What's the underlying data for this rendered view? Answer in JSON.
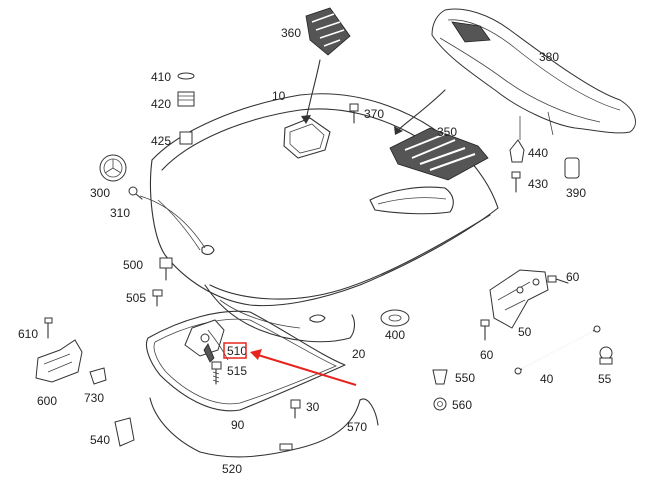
{
  "figure": {
    "callouts": [
      {
        "id": "c10",
        "text": "10"
      },
      {
        "id": "c20",
        "text": "20"
      },
      {
        "id": "c30",
        "text": "30"
      },
      {
        "id": "c40",
        "text": "40"
      },
      {
        "id": "c50",
        "text": "50"
      },
      {
        "id": "c55",
        "text": "55"
      },
      {
        "id": "c60a",
        "text": "60"
      },
      {
        "id": "c60b",
        "text": "60"
      },
      {
        "id": "c90",
        "text": "90"
      },
      {
        "id": "c300",
        "text": "300"
      },
      {
        "id": "c310",
        "text": "310"
      },
      {
        "id": "c350",
        "text": "350"
      },
      {
        "id": "c360",
        "text": "360"
      },
      {
        "id": "c370",
        "text": "370"
      },
      {
        "id": "c380",
        "text": "380"
      },
      {
        "id": "c390",
        "text": "390"
      },
      {
        "id": "c400",
        "text": "400"
      },
      {
        "id": "c410",
        "text": "410"
      },
      {
        "id": "c420",
        "text": "420"
      },
      {
        "id": "c425",
        "text": "425"
      },
      {
        "id": "c430",
        "text": "430"
      },
      {
        "id": "c440",
        "text": "440"
      },
      {
        "id": "c500",
        "text": "500"
      },
      {
        "id": "c505",
        "text": "505"
      },
      {
        "id": "c510",
        "text": "510"
      },
      {
        "id": "c515",
        "text": "515"
      },
      {
        "id": "c520",
        "text": "520"
      },
      {
        "id": "c540",
        "text": "540"
      },
      {
        "id": "c550",
        "text": "550"
      },
      {
        "id": "c560",
        "text": "560"
      },
      {
        "id": "c570",
        "text": "570"
      },
      {
        "id": "c600",
        "text": "600"
      },
      {
        "id": "c610",
        "text": "610"
      },
      {
        "id": "c730",
        "text": "730"
      }
    ],
    "highlighted_callout": "510",
    "highlight_color": "#e8231c",
    "line_color": "#333333"
  }
}
